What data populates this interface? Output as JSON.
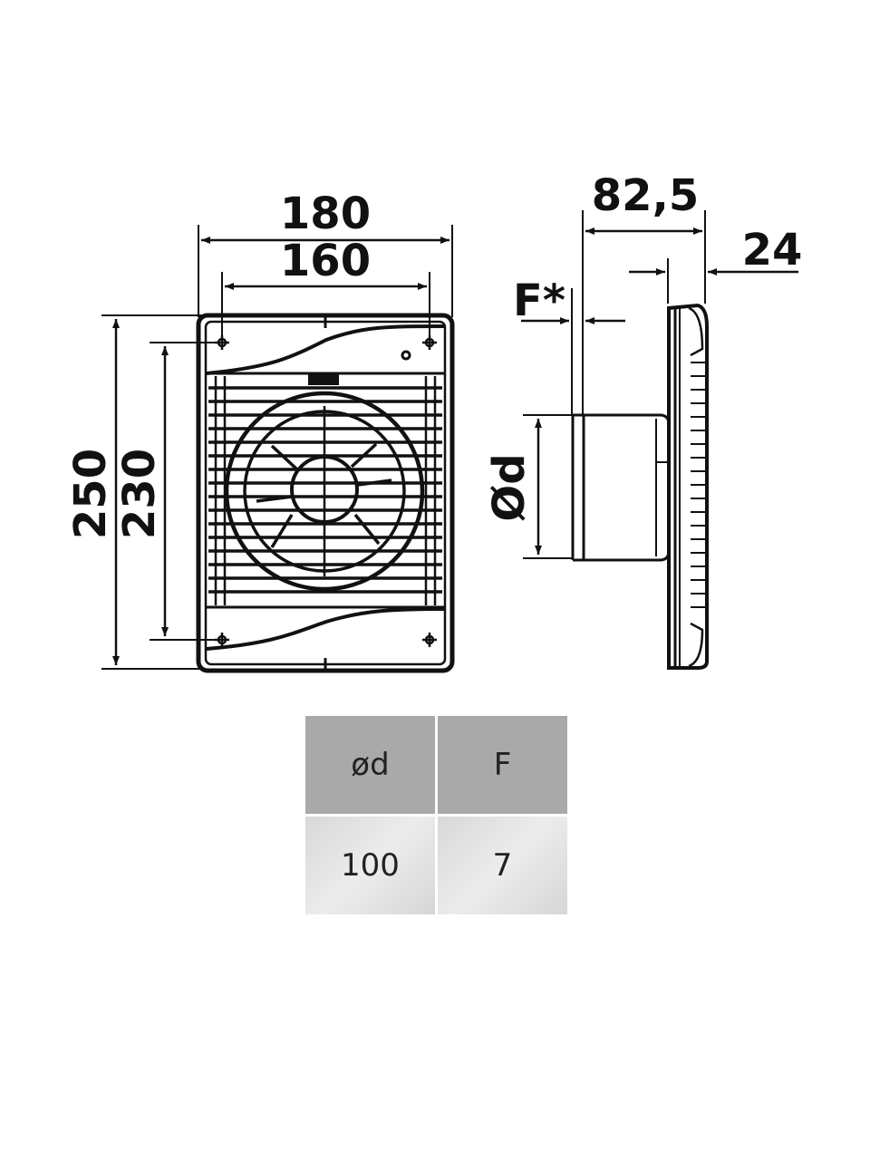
{
  "dimensions": {
    "outer_width": "180",
    "mount_width": "160",
    "outer_height": "250",
    "mount_height": "230",
    "depth": "82,5",
    "front_depth": "24",
    "flange": "F*",
    "diameter": "Ød"
  },
  "table": {
    "headers": [
      "ød",
      "F"
    ],
    "rows": [
      [
        "100",
        "7"
      ]
    ]
  },
  "colors": {
    "line": "#111111",
    "header_bg": "#a9a9a9",
    "body_bg": "#e0e0e0"
  }
}
